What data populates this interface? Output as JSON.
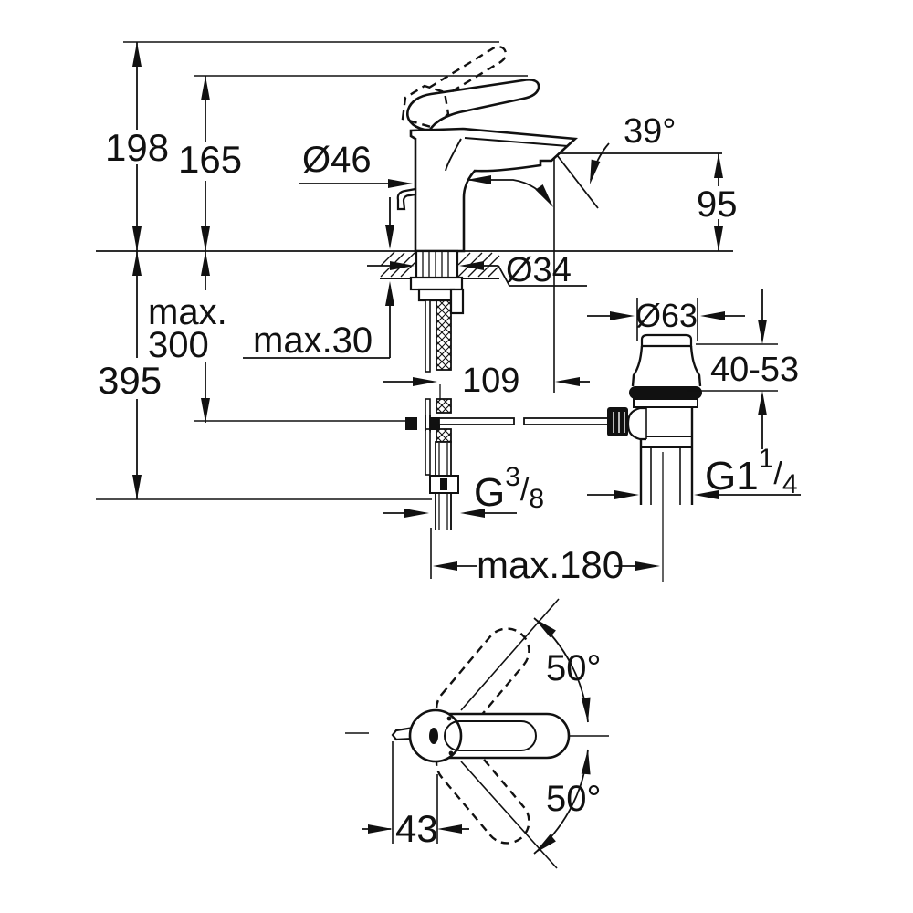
{
  "drawing": {
    "type": "technical dimension drawing",
    "subject": "single-lever basin mixer with pop-up waste",
    "colors": {
      "ink": "#111111",
      "background": "#ffffff"
    }
  },
  "labels": {
    "height_total": "198",
    "height_to_handle": "165",
    "body_diameter": "Ø46",
    "spray_angle": "39°",
    "spout_height": "95",
    "hole_diameter": "Ø34",
    "max_word": "max.",
    "rod_length": "300",
    "deck_thickness": "max.30",
    "below_deck_depth": "395",
    "spout_reach": "109",
    "waste_flange_diameter": "Ø63",
    "clamping_range": "40-53",
    "supply_thread": {
      "prefix": "G",
      "numerator": "3",
      "slash": "/",
      "denominator": "8"
    },
    "waste_thread": {
      "prefix": "G1",
      "numerator": "1",
      "slash": "/",
      "denominator": "4"
    },
    "connection_spacing": "max.180",
    "swivel_angle_upper": "50°",
    "swivel_angle_lower": "50°",
    "handle_offset": "43"
  }
}
